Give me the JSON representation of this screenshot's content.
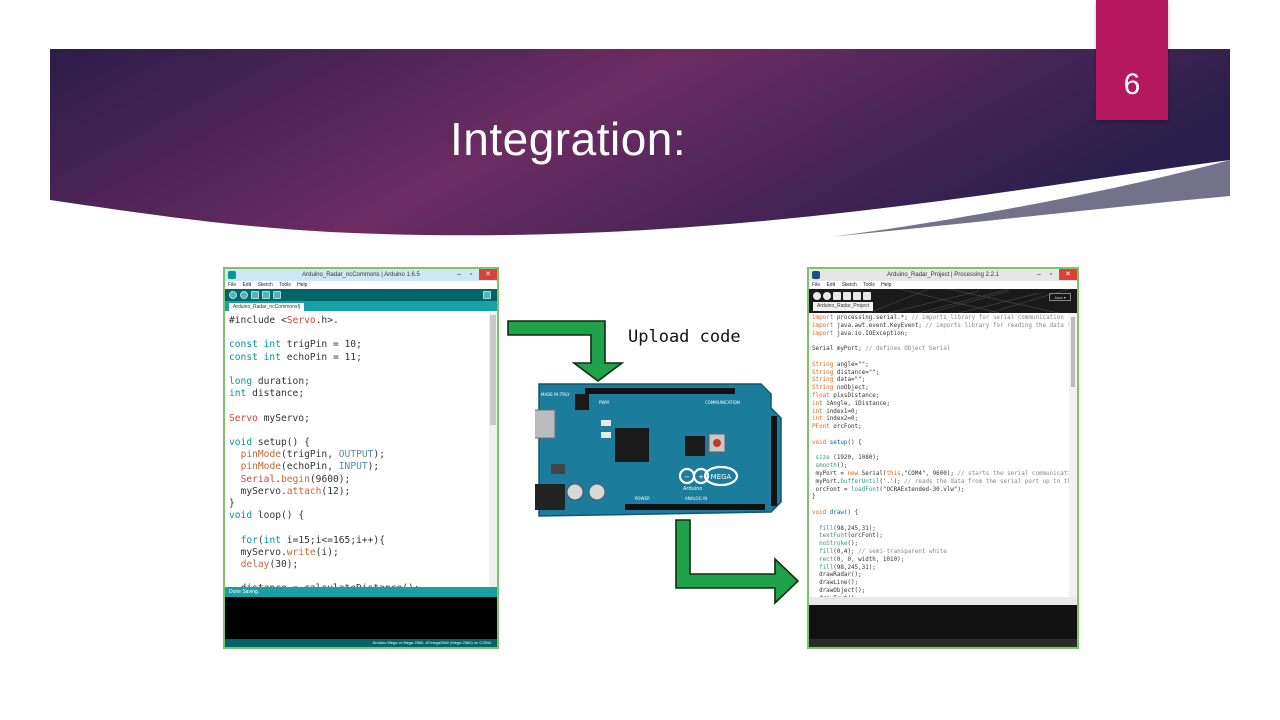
{
  "slide": {
    "title": "Integration:",
    "page_number": "6",
    "colors": {
      "banner_dark": "#2b1d48",
      "banner_mid": "#6c2c62",
      "accent_tab": "#b5185e",
      "frame_green": "#7ec26a",
      "arrow_green": "#1fa24a"
    }
  },
  "arduino_ide": {
    "window_title": "Arduino_Radar_ncCommons | Arduino 1.6.5",
    "menu": [
      "File",
      "Edit",
      "Sketch",
      "Tools",
      "Help"
    ],
    "tab": "Arduino_Radar_ncCommons§",
    "status": "Done Saving.",
    "footer": "Arduino Mega or Mega 2560, ATmega2560 (Mega 2560) on COM4",
    "code": [
      [
        [
          "#include <",
          ""
        ],
        [
          "Servo",
          "kw-red"
        ],
        [
          ".h>.",
          ""
        ]
      ],
      [],
      [
        [
          "const ",
          "kw-teal"
        ],
        [
          "int ",
          "kw-teal"
        ],
        [
          "trigPin = 10;",
          ""
        ]
      ],
      [
        [
          "const ",
          "kw-teal"
        ],
        [
          "int ",
          "kw-teal"
        ],
        [
          "echoPin = 11;",
          ""
        ]
      ],
      [],
      [
        [
          "long ",
          "kw-teal"
        ],
        [
          "duration;",
          ""
        ]
      ],
      [
        [
          "int ",
          "kw-teal"
        ],
        [
          "distance;",
          ""
        ]
      ],
      [],
      [
        [
          "Servo ",
          "kw-red"
        ],
        [
          "myServo;",
          ""
        ]
      ],
      [],
      [
        [
          "void ",
          "kw-teal"
        ],
        [
          "setup() {",
          ""
        ]
      ],
      [
        [
          "  ",
          ""
        ],
        [
          "pinMode",
          "kw-orange"
        ],
        [
          "(trigPin, ",
          ""
        ],
        [
          "OUTPUT",
          "kw-blue"
        ],
        [
          ");",
          ""
        ]
      ],
      [
        [
          "  ",
          ""
        ],
        [
          "pinMode",
          "kw-orange"
        ],
        [
          "(echoPin, ",
          ""
        ],
        [
          "INPUT",
          "kw-blue"
        ],
        [
          ");",
          ""
        ]
      ],
      [
        [
          "  ",
          ""
        ],
        [
          "Serial",
          "kw-red"
        ],
        [
          ".",
          ""
        ],
        [
          "begin",
          "kw-orange"
        ],
        [
          "(9600);",
          ""
        ]
      ],
      [
        [
          "  myServo.",
          ""
        ],
        [
          "attach",
          "kw-orange"
        ],
        [
          "(12);",
          ""
        ]
      ],
      [
        [
          "}",
          ""
        ]
      ],
      [
        [
          "void ",
          "kw-teal"
        ],
        [
          "loop() {",
          ""
        ]
      ],
      [],
      [
        [
          "  ",
          ""
        ],
        [
          "for",
          "kw-teal"
        ],
        [
          "(",
          ""
        ],
        [
          "int ",
          "kw-teal"
        ],
        [
          "i=15;i<=165;i++){",
          ""
        ]
      ],
      [
        [
          "  myServo.",
          ""
        ],
        [
          "write",
          "kw-orange"
        ],
        [
          "(i);",
          ""
        ]
      ],
      [
        [
          "  ",
          ""
        ],
        [
          "delay",
          "kw-orange"
        ],
        [
          "(30);",
          ""
        ]
      ],
      [],
      [
        [
          "  distance = calculateDistance();",
          ""
        ]
      ]
    ]
  },
  "board": {
    "brand_text": "Arduino",
    "model_text": "MEGA",
    "top_labels": [
      "MADE IN ITALY",
      "PWM",
      "COMMUNICATION"
    ],
    "bottom_labels": [
      "POWER",
      "ANALOG IN"
    ]
  },
  "annotation": {
    "upload_label": "Upload code"
  },
  "processing_ide": {
    "window_title": "Arduino_Radar_Project | Processing 2.2.1",
    "menu": [
      "File",
      "Edit",
      "Sketch",
      "Tools",
      "Help"
    ],
    "tab": "Arduino_Radar_Project",
    "mode": "Java ▾",
    "code": [
      [
        [
          "import ",
          "pkw-orange"
        ],
        [
          "processing.serial.*; ",
          ""
        ],
        [
          "// imports library for serial communication",
          "pkw-grey"
        ]
      ],
      [
        [
          "import ",
          "pkw-orange"
        ],
        [
          "java.awt.event.KeyEvent; ",
          ""
        ],
        [
          "// imports library for reading the data from the serial port",
          "pkw-grey"
        ]
      ],
      [
        [
          "import ",
          "pkw-orange"
        ],
        [
          "java.io.IOException;",
          ""
        ]
      ],
      [],
      [
        [
          "Serial ",
          ""
        ],
        [
          "myPort; ",
          ""
        ],
        [
          "// defines Object Serial",
          "pkw-grey"
        ]
      ],
      [],
      [
        [
          "String ",
          "pkw-orange"
        ],
        [
          "angle=\"\";",
          ""
        ]
      ],
      [
        [
          "String ",
          "pkw-orange"
        ],
        [
          "distance=\"\";",
          ""
        ]
      ],
      [
        [
          "String ",
          "pkw-orange"
        ],
        [
          "data=\"\";",
          ""
        ]
      ],
      [
        [
          "String ",
          "pkw-orange"
        ],
        [
          "noObject;",
          ""
        ]
      ],
      [
        [
          "float ",
          "pkw-orange"
        ],
        [
          "pixsDistance;",
          ""
        ]
      ],
      [
        [
          "int ",
          "pkw-orange"
        ],
        [
          "iAngle, iDistance;",
          ""
        ]
      ],
      [
        [
          "int ",
          "pkw-orange"
        ],
        [
          "index1=0;",
          ""
        ]
      ],
      [
        [
          "int ",
          "pkw-orange"
        ],
        [
          "index2=0;",
          ""
        ]
      ],
      [
        [
          "PFont ",
          "pkw-orange"
        ],
        [
          "orcFont;",
          ""
        ]
      ],
      [],
      [
        [
          "void ",
          "pkw-orange"
        ],
        [
          "setup",
          "pkw-blue"
        ],
        [
          "() {",
          ""
        ]
      ],
      [],
      [
        [
          " ",
          ""
        ],
        [
          "size ",
          "pkw-green"
        ],
        [
          "(1920, 1080);",
          ""
        ]
      ],
      [
        [
          " ",
          ""
        ],
        [
          "smooth",
          "pkw-green"
        ],
        [
          "();",
          ""
        ]
      ],
      [
        [
          " myPort = ",
          ""
        ],
        [
          "new ",
          "pkw-orange"
        ],
        [
          "Serial(",
          ""
        ],
        [
          "this",
          "pkw-orange"
        ],
        [
          ",\"COM4\", 9600); ",
          ""
        ],
        [
          "// starts the serial communication",
          "pkw-grey"
        ]
      ],
      [
        [
          " myPort.",
          ""
        ],
        [
          "bufferUntil",
          "pkw-green"
        ],
        [
          "('.'); ",
          ""
        ],
        [
          "// reads the data from the serial port up to the character '.'",
          "pkw-grey"
        ]
      ],
      [
        [
          " orcFont = ",
          ""
        ],
        [
          "loadFont",
          "pkw-green"
        ],
        [
          "(\"OCRAExtended-30.vlw\");",
          ""
        ]
      ],
      [
        [
          "}",
          ""
        ]
      ],
      [],
      [
        [
          "void ",
          "pkw-orange"
        ],
        [
          "draw",
          "pkw-blue"
        ],
        [
          "() {",
          ""
        ]
      ],
      [],
      [
        [
          "  ",
          ""
        ],
        [
          "fill",
          "pkw-green"
        ],
        [
          "(98,245,31);",
          ""
        ]
      ],
      [
        [
          "  ",
          ""
        ],
        [
          "textFont",
          "pkw-green"
        ],
        [
          "(orcFont);",
          ""
        ]
      ],
      [
        [
          "  ",
          ""
        ],
        [
          "noStroke",
          "pkw-green"
        ],
        [
          "();",
          ""
        ]
      ],
      [
        [
          "  ",
          ""
        ],
        [
          "fill",
          "pkw-green"
        ],
        [
          "(0,4); ",
          ""
        ],
        [
          "// semi-transparent white",
          "pkw-grey"
        ]
      ],
      [
        [
          "  ",
          ""
        ],
        [
          "rect",
          "pkw-green"
        ],
        [
          "(0, 0, width, 1010);",
          ""
        ]
      ],
      [
        [
          "  ",
          ""
        ],
        [
          "fill",
          "pkw-green"
        ],
        [
          "(98,245,31);",
          ""
        ]
      ],
      [
        [
          "  drawRadar();",
          ""
        ]
      ],
      [
        [
          "  drawLine();",
          ""
        ]
      ],
      [
        [
          "  drawObject();",
          ""
        ]
      ],
      [
        [
          "  drawText();",
          ""
        ]
      ]
    ]
  }
}
